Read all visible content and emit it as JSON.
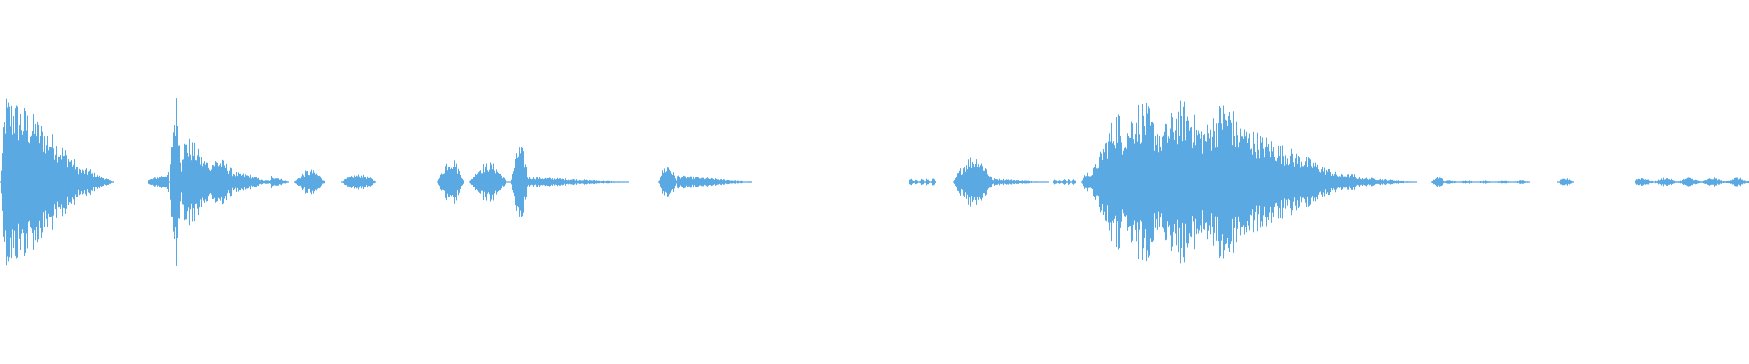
{
  "waveform": {
    "color": "#5aa9e2",
    "background": "#ffffff",
    "segments": [
      {
        "start": 0.0,
        "end": 0.052,
        "peak": 1.0,
        "shape": "burst"
      },
      {
        "start": 0.052,
        "end": 0.065,
        "peak": 0.12,
        "shape": "tail"
      },
      {
        "start": 0.085,
        "end": 0.097,
        "peak": 0.12,
        "shape": "rise"
      },
      {
        "start": 0.097,
        "end": 0.104,
        "peak": 0.98,
        "shape": "spike"
      },
      {
        "start": 0.104,
        "end": 0.155,
        "peak": 0.55,
        "shape": "decay"
      },
      {
        "start": 0.155,
        "end": 0.165,
        "peak": 0.08,
        "shape": "tail"
      },
      {
        "start": 0.168,
        "end": 0.186,
        "peak": 0.14,
        "shape": "blob"
      },
      {
        "start": 0.195,
        "end": 0.215,
        "peak": 0.09,
        "shape": "blob"
      },
      {
        "start": 0.25,
        "end": 0.265,
        "peak": 0.28,
        "shape": "blob"
      },
      {
        "start": 0.268,
        "end": 0.302,
        "peak": 0.42,
        "shape": "double"
      },
      {
        "start": 0.302,
        "end": 0.36,
        "peak": 0.06,
        "shape": "tail"
      },
      {
        "start": 0.376,
        "end": 0.387,
        "peak": 0.2,
        "shape": "blob"
      },
      {
        "start": 0.387,
        "end": 0.43,
        "peak": 0.08,
        "shape": "tail"
      },
      {
        "start": 0.52,
        "end": 0.535,
        "peak": 0.04,
        "shape": "flat"
      },
      {
        "start": 0.545,
        "end": 0.568,
        "peak": 0.3,
        "shape": "blob"
      },
      {
        "start": 0.568,
        "end": 0.6,
        "peak": 0.04,
        "shape": "tail"
      },
      {
        "start": 0.602,
        "end": 0.615,
        "peak": 0.04,
        "shape": "flat"
      },
      {
        "start": 0.618,
        "end": 0.625,
        "peak": 0.12,
        "shape": "spike"
      },
      {
        "start": 0.622,
        "end": 0.775,
        "peak": 0.92,
        "shape": "speech"
      },
      {
        "start": 0.775,
        "end": 0.81,
        "peak": 0.06,
        "shape": "tail"
      },
      {
        "start": 0.818,
        "end": 0.826,
        "peak": 0.06,
        "shape": "blob"
      },
      {
        "start": 0.826,
        "end": 0.875,
        "peak": 0.02,
        "shape": "flat"
      },
      {
        "start": 0.89,
        "end": 0.9,
        "peak": 0.04,
        "shape": "blob"
      },
      {
        "start": 0.935,
        "end": 1.0,
        "peak": 0.05,
        "shape": "flat"
      }
    ]
  }
}
